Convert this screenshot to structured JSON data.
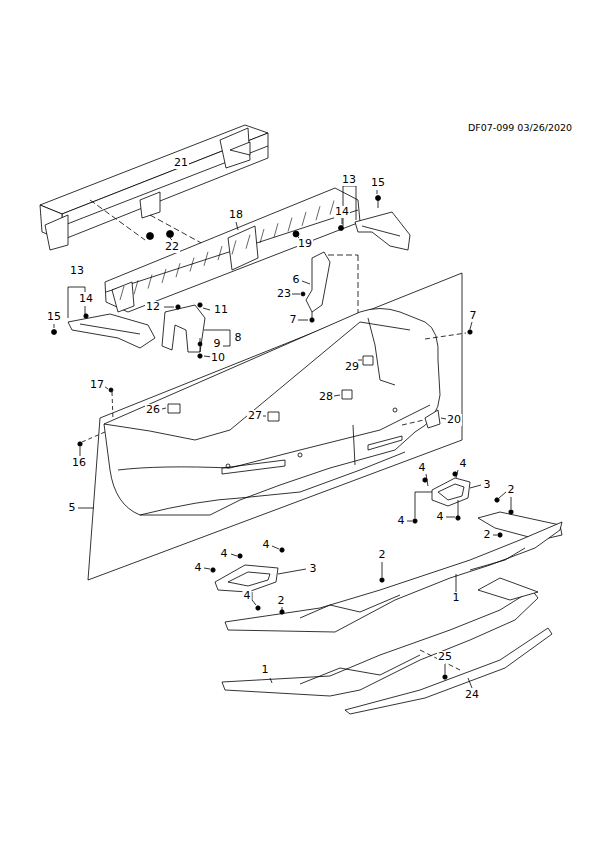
{
  "diagram": {
    "labels": [
      "DF07-099 03/26/2020",
      "21",
      "13",
      "15",
      "14",
      "18",
      "19",
      "22",
      "13",
      "6",
      "23",
      "14",
      "12",
      "11",
      "15",
      "7",
      "7",
      "8",
      "9",
      "10",
      "29",
      "17",
      "28",
      "26",
      "27",
      "20",
      "16",
      "4",
      "4",
      "3",
      "2",
      "5",
      "4",
      "4",
      "2",
      "4",
      "4",
      "2",
      "4",
      "3",
      "4",
      "2",
      "1",
      "1",
      "25",
      "24"
    ]
  }
}
